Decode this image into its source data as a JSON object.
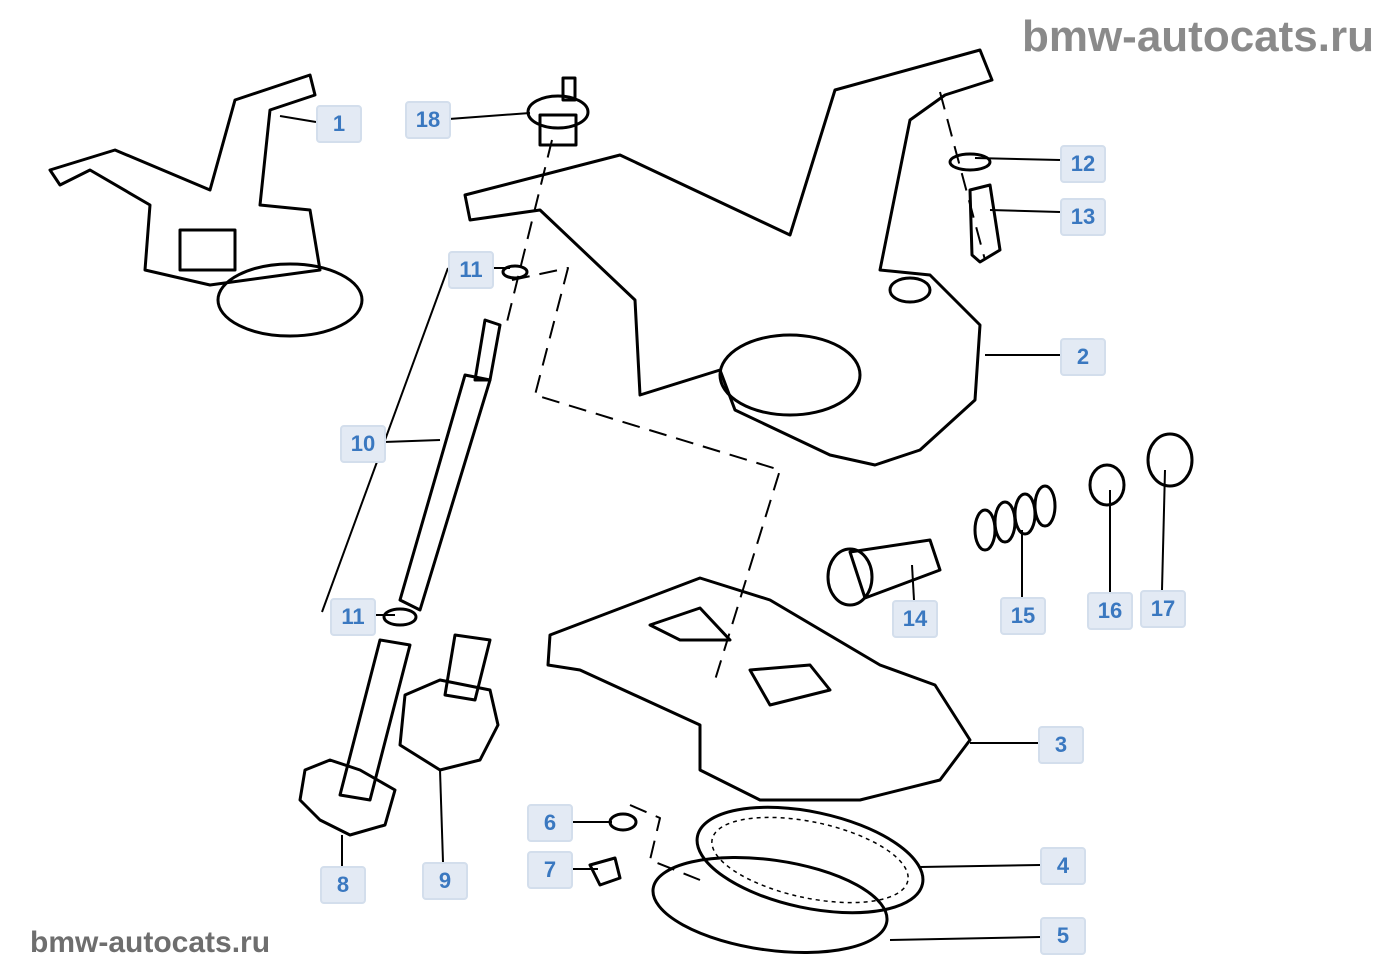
{
  "watermark_top": "bmw-autocats.ru",
  "watermark_bottom": "bmw-autocats.ru",
  "callouts": [
    "1",
    "2",
    "3",
    "4",
    "5",
    "6",
    "7",
    "8",
    "9",
    "10",
    "11",
    "11",
    "12",
    "13",
    "14",
    "15",
    "16",
    "17",
    "18"
  ],
  "colors": {
    "label_text": "#3a78c0",
    "label_bg": "#e3eaf4",
    "line": "#000000"
  }
}
